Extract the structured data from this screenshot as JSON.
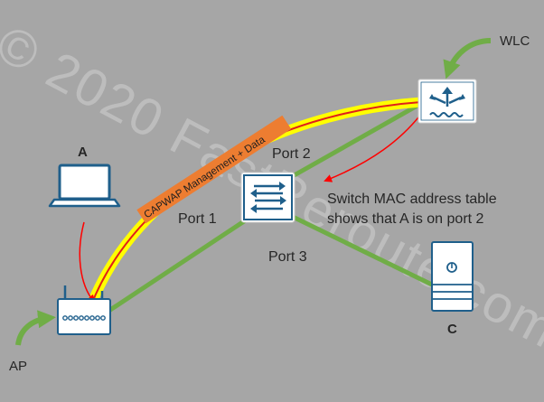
{
  "nodes": {
    "laptop": {
      "label": "A"
    },
    "server": {
      "label": "C"
    },
    "access_point": {
      "label": "AP"
    },
    "controller": {
      "label": "WLC"
    }
  },
  "ports": {
    "port1": "Port 1",
    "port2": "Port 2",
    "port3": "Port 3"
  },
  "tunnel": {
    "label": "CAPWAP Management + Data"
  },
  "annotation": {
    "line1": "Switch MAC address table",
    "line2": "shows that A is on port 2"
  },
  "watermark": "© 2020 FastReroute.com",
  "colors": {
    "background": "#a6a6a6",
    "link_green": "#70ad47",
    "device_blue": "#1f5f8b",
    "tunnel_yellow": "#ffff00",
    "tunnel_tag_orange": "#ed7d31",
    "arrow_red": "#ff0000"
  },
  "icons": {
    "laptop": "laptop-icon",
    "switch": "switch-icon",
    "server": "server-icon",
    "access_point": "access-point-icon",
    "controller": "wlc-icon"
  }
}
